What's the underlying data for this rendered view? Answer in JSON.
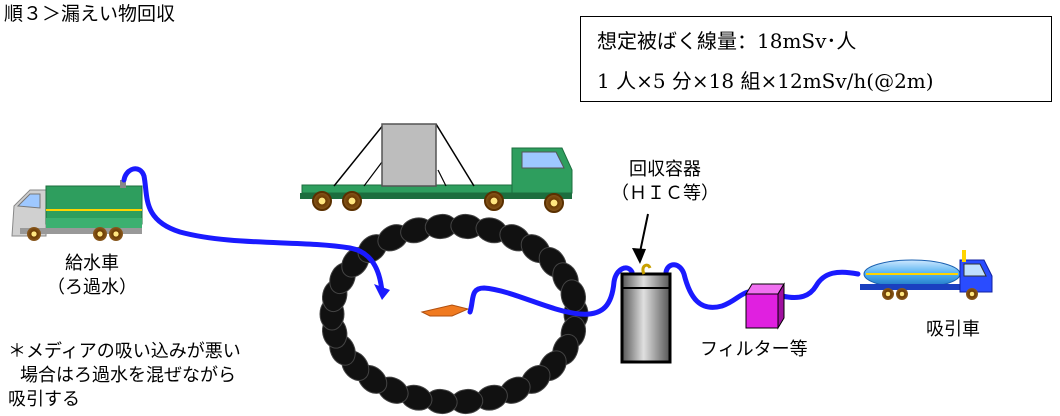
{
  "step_title": "順３＞漏えい物回収",
  "dose_box": {
    "line1": "想定被ばく線量：18mSv･人",
    "line2": "1 人×5 分×18 組×12mSv/h(@2m)"
  },
  "labels": {
    "container_line1": "回収容器",
    "container_line2": "（ＨＩＣ等）",
    "water_truck_line1": "給水車",
    "water_truck_line2": "（ろ過水）",
    "suction_truck": "吸引車",
    "filter": "フィルター等"
  },
  "note": {
    "line1": "＊メディアの吸い込みが悪い",
    "line2": "場合はろ過水を混ぜながら",
    "line3": "吸引する"
  },
  "colors": {
    "hose": "#1a1aff",
    "truck_green": "#2e9e5e",
    "truck_gray": "#c8c8c8",
    "wheel": "#7a4a10",
    "sandbag": "#111111",
    "filter_magenta": "#e020e0",
    "container_gray": "#8a8a8a",
    "leak_orange": "#f07a20",
    "suction_tank": "#4fb0f0",
    "suction_cab": "#2a4cff"
  },
  "icons": {
    "water_truck": "water-truck-icon",
    "flatbed_truck": "flatbed-truck-icon",
    "suction_truck": "suction-truck-icon",
    "collection_container": "collection-container-icon",
    "filter": "filter-icon",
    "sandbag_ring": "sandbag-ring-icon",
    "leak": "leak-icon"
  }
}
